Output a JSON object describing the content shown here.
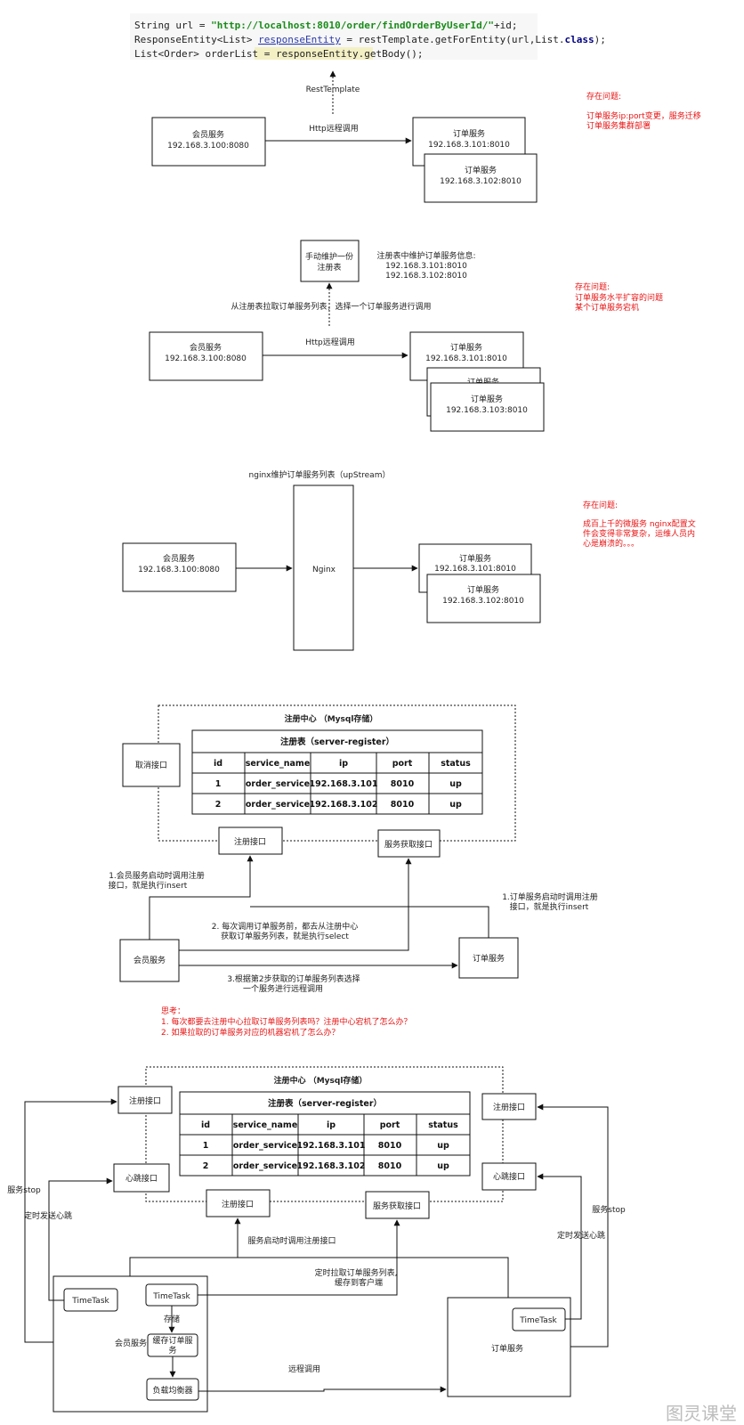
{
  "code": {
    "line1_a": "String url = ",
    "line1_str": "\"http://localhost:8010/order/findOrderByUserId/\"",
    "line1_b": "+id;",
    "line2_a": "ResponseEntity<List> ",
    "line2_var": "responseEntity",
    "line2_b": " = ",
    "line2_call": "restTemplate",
    "line2_c": ".getForEntity(url,List.",
    "line2_kw": "class",
    "line2_d": ");",
    "line3_a": "List<Order> orderList = ",
    "line3_call": "responseEntity.getBody()",
    "line3_b": ";"
  },
  "s1": {
    "rest_template": "RestTemplate",
    "http_call": "Http远程调用",
    "member_name": "会员服务",
    "member_ip": "192.168.3.100:8080",
    "order1_name": "订单服务",
    "order1_ip": "192.168.3.101:8010",
    "order2_name": "订单服务",
    "order2_ip": "192.168.3.102:8010",
    "issue_title": "存在问题:",
    "issue_1": "订单服务ip:port变更，服务迁移",
    "issue_2": "订单服务集群部署"
  },
  "s2": {
    "registry_box_1": "手动维护一份",
    "registry_box_2": "注册表",
    "registry_info_1": "注册表中维护订单服务信息:",
    "registry_info_2": "192.168.3.101:8010",
    "registry_info_3": "192.168.3.102:8010",
    "pull_label": "从注册表拉取订单服务列表，选择一个订单服务进行调用",
    "http_call": "Http远程调用",
    "member_name": "会员服务",
    "member_ip": "192.168.3.100:8080",
    "order1_name": "订单服务",
    "order1_ip": "192.168.3.101:8010",
    "order2_name": "订单服务",
    "order3_name": "订单服务",
    "order3_ip": "192.168.3.103:8010",
    "issue_title": "存在问题:",
    "issue_1": "订单服务水平扩容的问题",
    "issue_2": "某个订单服务宕机"
  },
  "s3": {
    "nginx_title": "nginx维护订单服务列表（upStream）",
    "nginx": "Nginx",
    "member_name": "会员服务",
    "member_ip": "192.168.3.100:8080",
    "order1_name": "订单服务",
    "order1_ip": "192.168.3.101:8010",
    "order2_name": "订单服务",
    "order2_ip": "192.168.3.102:8010",
    "issue_title": "存在问题:",
    "issue_1": "成百上千的微服务 nginx配置文",
    "issue_2": "件会变得非常复杂，运维人员内",
    "issue_3": "心是崩溃的。。。"
  },
  "s4": {
    "center_title": "注册中心 （Mysql存储）",
    "table_title": "注册表（server-register）",
    "cancel_api": "取消接口",
    "register_api": "注册接口",
    "discover_api": "服务获取接口",
    "member": "会员服务",
    "order": "订单服务",
    "note_member_1": "1.会员服务启动时调用注册",
    "note_member_2": "接口，就是执行insert",
    "note_order_1": "1.订单服务启动时调用注册",
    "note_order_2": "接口，就是执行insert",
    "note_pull_1": "2. 每次调用订单服务前，都去从注册中心",
    "note_pull_2": "获取订单服务列表，就是执行select",
    "note_call_1": "3.根据第2步获取的订单服务列表选择",
    "note_call_2": "一个服务进行远程调用",
    "think_title": "思考：",
    "think_1": "1. 每次都要去注册中心拉取订单服务列表吗？注册中心宕机了怎么办？",
    "think_2": "2. 如果拉取的订单服务对应的机器宕机了怎么办？"
  },
  "table": {
    "headers": [
      "id",
      "service_name",
      "ip",
      "port",
      "status"
    ],
    "rows": [
      [
        "1",
        "order_service",
        "192.168.3.101",
        "8010",
        "up"
      ],
      [
        "2",
        "order_service",
        "192.168.3.102",
        "8010",
        "up"
      ]
    ]
  },
  "s5": {
    "center_title": "注册中心 （Mysql存储）",
    "table_title": "注册表（server-register）",
    "register_api_left": "注册接口",
    "heartbeat_api_left": "心跳接口",
    "register_api_right": "注册接口",
    "heartbeat_api_right": "心跳接口",
    "register_api_bottom": "注册接口",
    "discover_api": "服务获取接口",
    "service_stop_left": "服务stop",
    "heartbeat_left": "定时发送心跳",
    "service_stop_right": "服务stop",
    "heartbeat_right": "定时发送心跳",
    "startup_register": "服务启动时调用注册接口",
    "pull_cache_1": "定时拉取订单服务列表,",
    "pull_cache_2": "缓存到客户端",
    "timetask": "TimeTask",
    "store": "存储",
    "member": "会员服务",
    "cache_1": "缓存订单服",
    "cache_2": "务",
    "load_balancer": "负载均衡器",
    "remote_call": "远程调用",
    "order": "订单服务"
  },
  "watermark": "图灵课堂"
}
